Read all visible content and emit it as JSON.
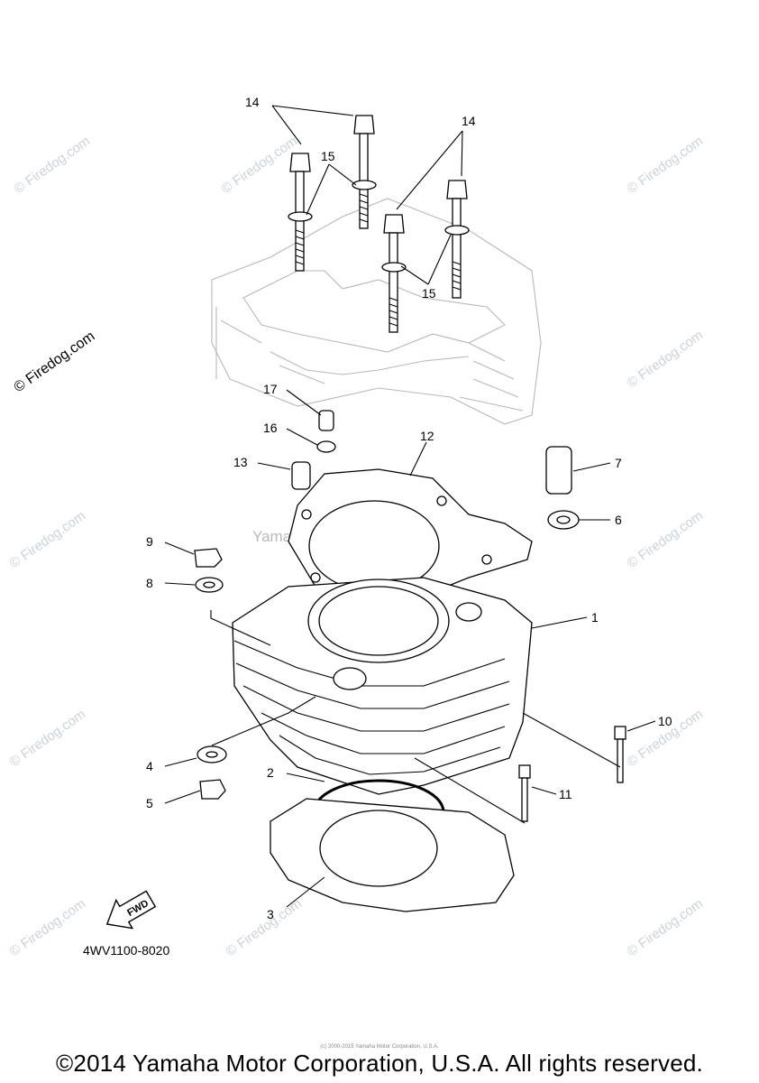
{
  "diagram": {
    "callouts": [
      "14",
      "14",
      "15",
      "15",
      "17",
      "16",
      "13",
      "12",
      "7",
      "6",
      "9",
      "8",
      "1",
      "4",
      "5",
      "2",
      "3",
      "10",
      "11"
    ],
    "part_code": "4WV1100-8020",
    "fwd_label": "FWD",
    "center_watermark": "Yamaha Motor Corp., U.S.A.",
    "watermark": "© Firedog.com",
    "small_print": "(c) 2000-2015 Yamaha Motor Corporation, U.S.A.",
    "copyright": "©2014 Yamaha Motor Corporation, U.S.A. All rights reserved."
  }
}
